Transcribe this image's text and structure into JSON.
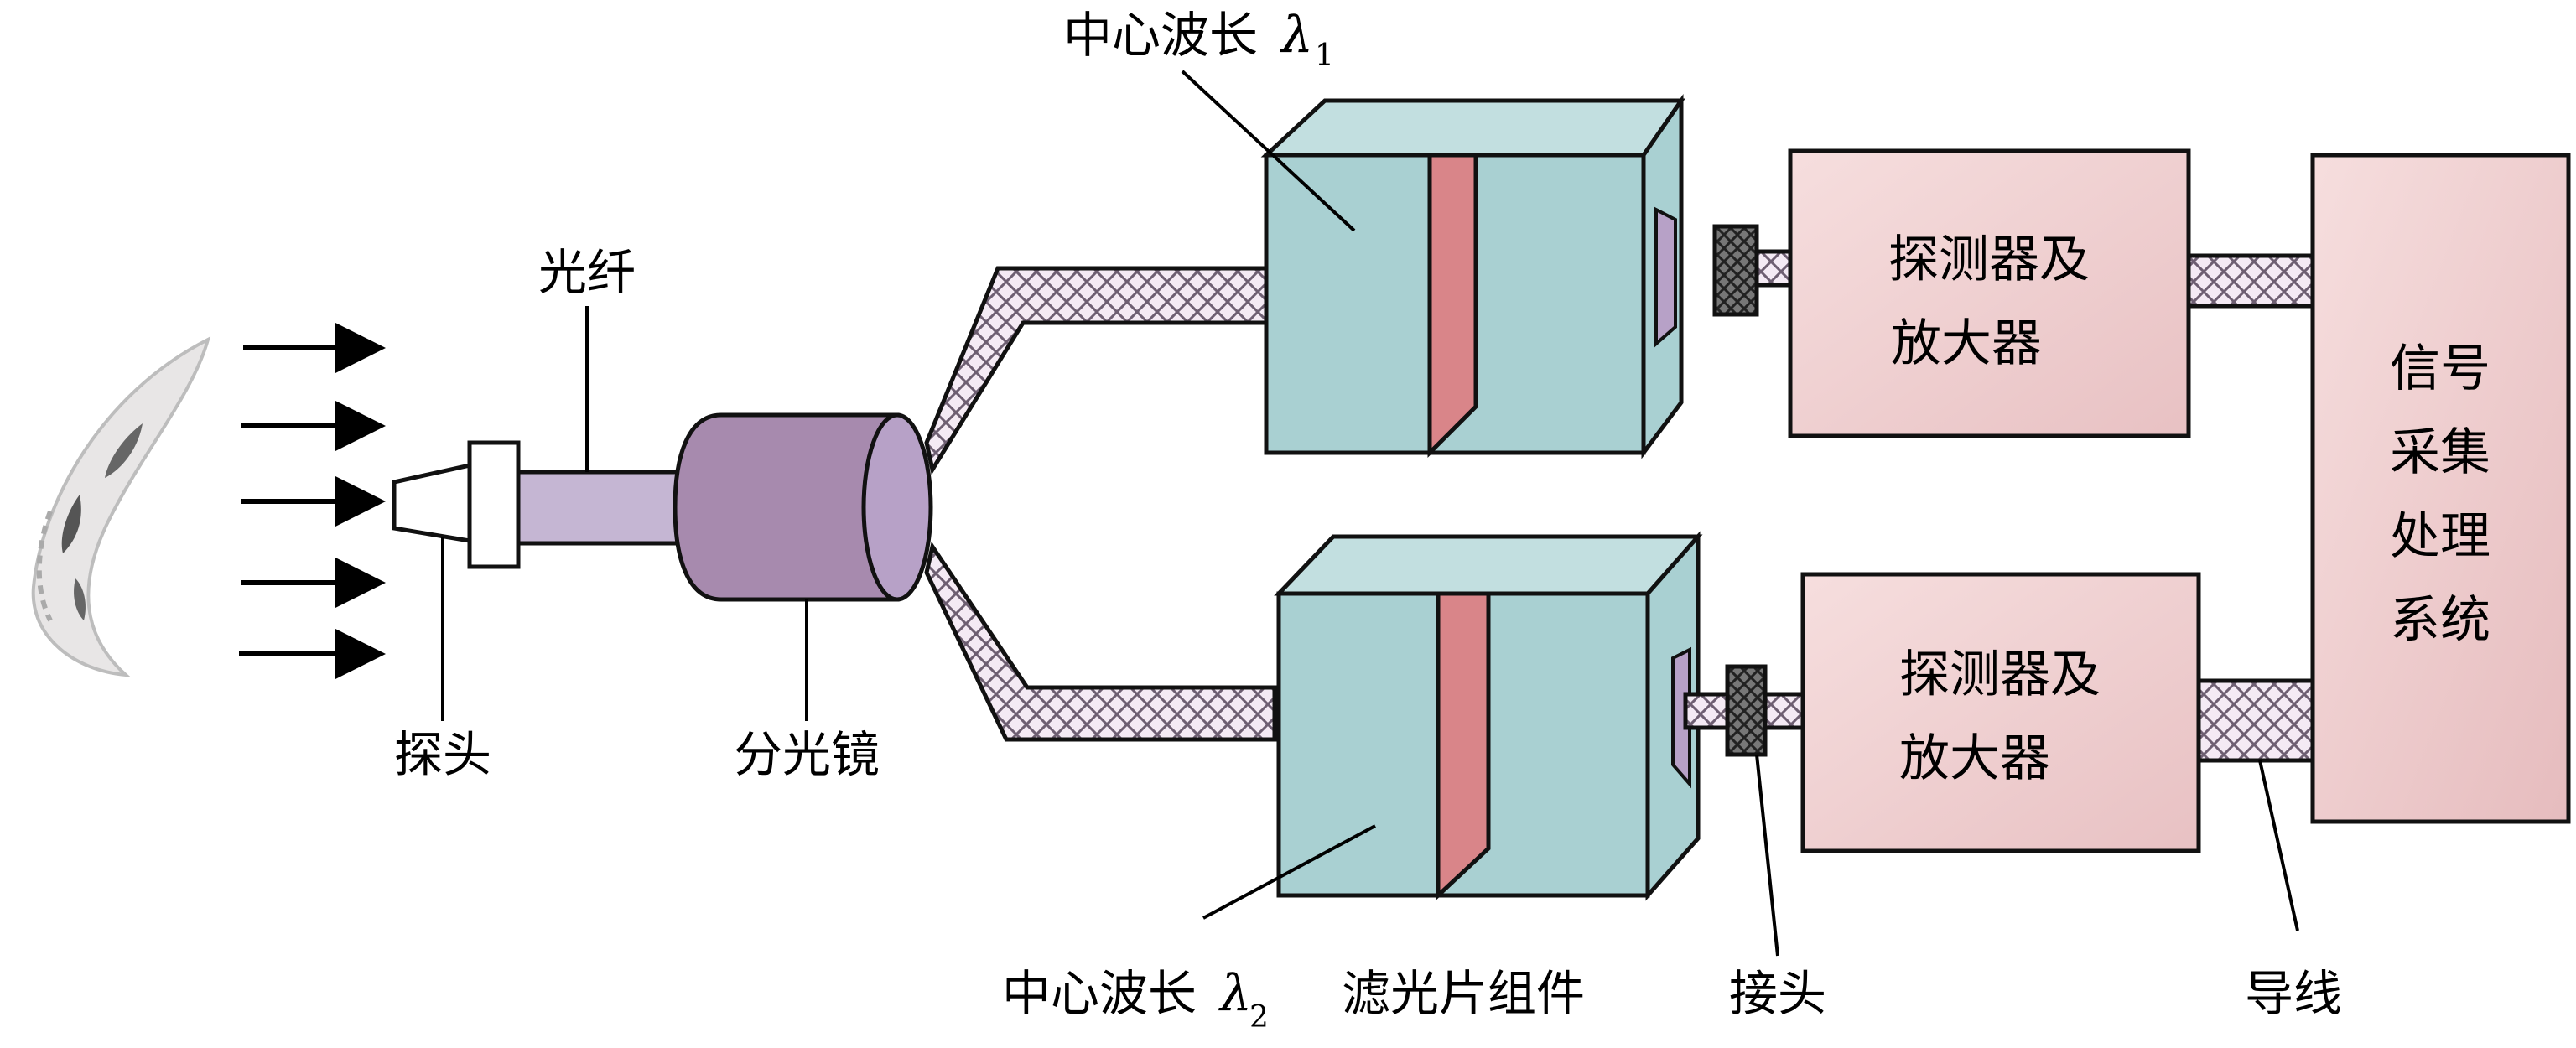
{
  "labels": {
    "probe": "探头",
    "fiber": "光纤",
    "splitter": "分光镜",
    "center_wavelength_1": "中心波长",
    "lambda_symbol": "λ",
    "lambda_1_subscript": "1",
    "center_wavelength_2": "中心波长",
    "lambda_2_subscript": "2",
    "filter_assembly": "滤光片组件",
    "connector": "接头",
    "wire": "导线",
    "detector_amp_top_line1": "探测器及",
    "detector_amp_top_line2": "放大器",
    "detector_amp_bottom_line1": "探测器及",
    "detector_amp_bottom_line2": "放大器",
    "signal_system_chars": [
      "信号",
      "采集",
      "处理",
      "系统"
    ]
  },
  "colors": {
    "filter_box_face": "#a9d0d2",
    "filter_box_side": "#c2dfe0",
    "filter_slab": "#d98589",
    "splitter_body": "#a78aae",
    "fiber_segment": "#c5b6d3",
    "detector_box": "#f1d2d3",
    "detector_box_edge": "#d9a5a8",
    "cable_fill": "#f4eaf4",
    "cable_hatch": "#6e5f72",
    "connector_dark": "#5a5a5a",
    "lens_violet": "#b7a1c7"
  },
  "icons": {
    "incoming_light": "arrow-right-icon",
    "source": "crescent-flame-icon"
  }
}
